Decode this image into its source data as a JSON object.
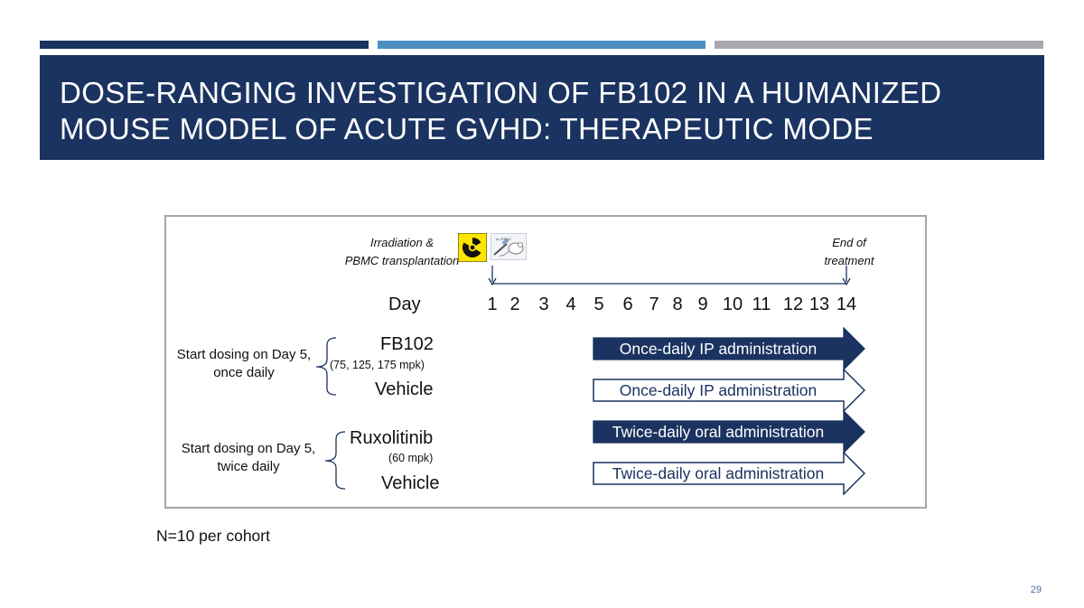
{
  "colors": {
    "navy": "#1b3360",
    "blue": "#4a8fc0",
    "gray": "#a6a8ad",
    "border": "#a6a6a6",
    "radiation_yellow": "#ffe600"
  },
  "slide": {
    "title_line1": "DOSE-RANGING INVESTIGATION OF FB102 IN A HUMANIZED",
    "title_line2": "MOUSE MODEL OF ACUTE GVHD: THERAPEUTIC MODE",
    "footnote": "N=10 per cohort",
    "page_number": "29"
  },
  "diagram": {
    "start_label_line1": "Irradiation &",
    "start_label_line2": "PBMC transplantation",
    "end_label_line1": "End of",
    "end_label_line2": "treatment",
    "icons": [
      "radiation-icon",
      "pbmc-mouse-icon"
    ],
    "day_label": "Day",
    "days": [
      "1",
      "2",
      "3",
      "4",
      "5",
      "6",
      "7",
      "8",
      "9",
      "10",
      "11",
      "12",
      "13",
      "14"
    ],
    "cohorts": [
      {
        "side_label_line1": "Start dosing on Day 5,",
        "side_label_line2": "once daily",
        "group1": "FB102",
        "group1_note": "(75, 125, 175 mpk)",
        "group2": "Vehicle"
      },
      {
        "side_label_line1": "Start dosing on Day 5,",
        "side_label_line2": "twice daily",
        "group1": "Ruxolitinib",
        "group1_note": "(60 mpk)",
        "group2": "Vehicle"
      }
    ],
    "arrows": [
      {
        "label": "Once-daily IP administration",
        "style": "filled"
      },
      {
        "label": "Once-daily IP administration",
        "style": "outline"
      },
      {
        "label": "Twice-daily oral administration",
        "style": "filled"
      },
      {
        "label": "Twice-daily oral administration",
        "style": "outline"
      }
    ]
  }
}
